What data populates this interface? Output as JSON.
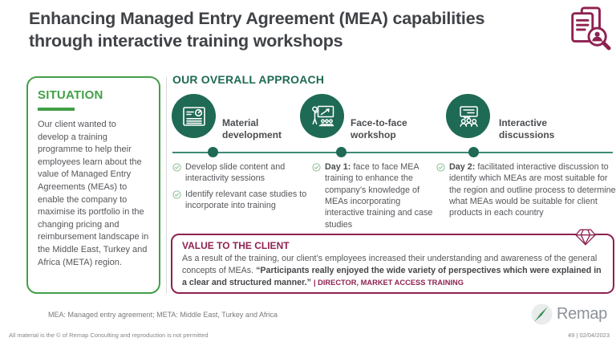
{
  "slide": {
    "title": "Enhancing Managed Entry Agreement (MEA) capabilities through interactive training workshops"
  },
  "situation": {
    "heading": "SITUATION",
    "body": "Our client wanted to develop a training programme to help their employees learn about the value of Managed Entry Agreements (MEAs) to enable the company to maximise its portfolio in the changing pricing and reimbursement landscape in the Middle East, Turkey and Africa (META) region."
  },
  "approach": {
    "heading": "OUR OVERALL APPROACH",
    "steps": [
      {
        "label": "Material development",
        "icon": "slide-content-icon",
        "bullets": [
          {
            "text": "Develop slide content and interactivity sessions"
          },
          {
            "text": "Identify relevant case studies to incorporate into training"
          }
        ]
      },
      {
        "label": "Face-to-face workshop",
        "icon": "presenter-board-icon",
        "bullets": [
          {
            "prefix": "Day 1:",
            "text": " face to face MEA training to enhance the company’s knowledge of MEAs incorporating interactive training and case studies"
          }
        ]
      },
      {
        "label": "Interactive discussions",
        "icon": "discussion-group-icon",
        "bullets": [
          {
            "prefix": "Day 2:",
            "text": " facilitated interactive discussion to identify which MEAs are most suitable for the region and outline process to determine what MEAs would be suitable for client products in each country"
          }
        ]
      }
    ]
  },
  "value": {
    "heading": "VALUE TO THE CLIENT",
    "body_normal": "As a result of the training, our client’s employees increased their understanding and awareness of the general concepts of MEAs. ",
    "quote": "“Participants really enjoyed the wide variety of perspectives which were explained in a clear and structured manner.” ",
    "attribution": "| DIRECTOR, MARKET ACCESS TRAINING"
  },
  "footnote": "MEA: Managed entry agreement; META: Middle East, Turkey and Africa",
  "logo": {
    "text": "Remap"
  },
  "footer": {
    "copyright": "All material is the © of Remap Consulting and reproduction is not permitted",
    "page_date": "49 | 02/04/2023"
  },
  "icons": {
    "header": "documents-search-icon",
    "value_box": "diamond-icon",
    "bullet": "check-circle-icon",
    "logo": "remap-compass-icon"
  },
  "colors": {
    "maroon": "#8e2251",
    "green": "#43a048",
    "teal_green": "#1f6a55",
    "title_text": "#3f4246",
    "body_text": "#54565a",
    "check_green": "#8abe95",
    "logo_gray": "#8c9299"
  }
}
